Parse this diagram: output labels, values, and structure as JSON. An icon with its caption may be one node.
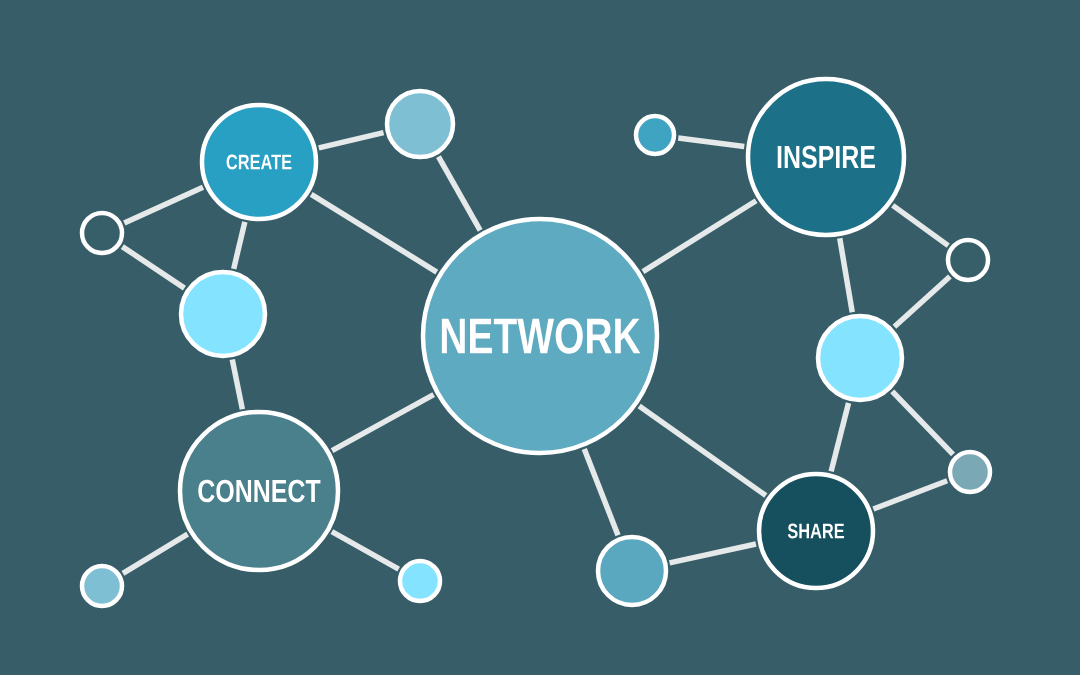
{
  "diagram": {
    "nodes": [
      {
        "text": [
          "CREATE"
        ]
      },
      {
        "text": [],
        "shape": "circle"
      },
      {
        "text": [
          "INSPIRE"
        ]
      },
      {
        "text": [],
        "shape": "circle"
      },
      {
        "text": [],
        "shape": "circle"
      },
      {
        "text": [],
        "shape": "circle"
      },
      {
        "text": [
          "NETWORK"
        ]
      },
      {
        "text": [],
        "shape": "circle"
      },
      {
        "text": [],
        "shape": "circle"
      },
      {
        "text": [
          "CONNECT"
        ]
      },
      {
        "text": [],
        "shape": "circle"
      },
      {
        "text": [
          "SHARE"
        ]
      },
      {
        "text": [],
        "shape": "circle"
      },
      {
        "text": [],
        "shape": "circle"
      },
      {
        "text": [],
        "shape": "circle"
      }
    ],
    "edges": [
      {
        "from": 0,
        "to": 1,
        "arrow": "none"
      },
      {
        "from": 0,
        "to": 4,
        "arrow": "none"
      },
      {
        "from": 0,
        "to": 5,
        "arrow": "none"
      },
      {
        "from": 0,
        "to": 6,
        "arrow": "none"
      },
      {
        "from": 4,
        "to": 5,
        "arrow": "none"
      },
      {
        "from": 5,
        "to": 9,
        "arrow": "none"
      },
      {
        "from": 1,
        "to": 6,
        "arrow": "none"
      },
      {
        "from": 6,
        "to": 2,
        "arrow": "none"
      },
      {
        "from": 3,
        "to": 2,
        "arrow": "none"
      },
      {
        "from": 2,
        "to": 7,
        "arrow": "none"
      },
      {
        "from": 2,
        "to": 8,
        "arrow": "none"
      },
      {
        "from": 7,
        "to": 8,
        "arrow": "none"
      },
      {
        "from": 8,
        "to": 11,
        "arrow": "none"
      },
      {
        "from": 8,
        "to": 10,
        "arrow": "none"
      },
      {
        "from": 6,
        "to": 11,
        "arrow": "none"
      },
      {
        "from": 6,
        "to": 12,
        "arrow": "none"
      },
      {
        "from": 12,
        "to": 11,
        "arrow": "none"
      },
      {
        "from": 11,
        "to": 10,
        "arrow": "none"
      },
      {
        "from": 9,
        "to": 6,
        "arrow": "none"
      },
      {
        "from": 9,
        "to": 13,
        "arrow": "none"
      },
      {
        "from": 9,
        "to": 14,
        "arrow": "none"
      }
    ]
  }
}
